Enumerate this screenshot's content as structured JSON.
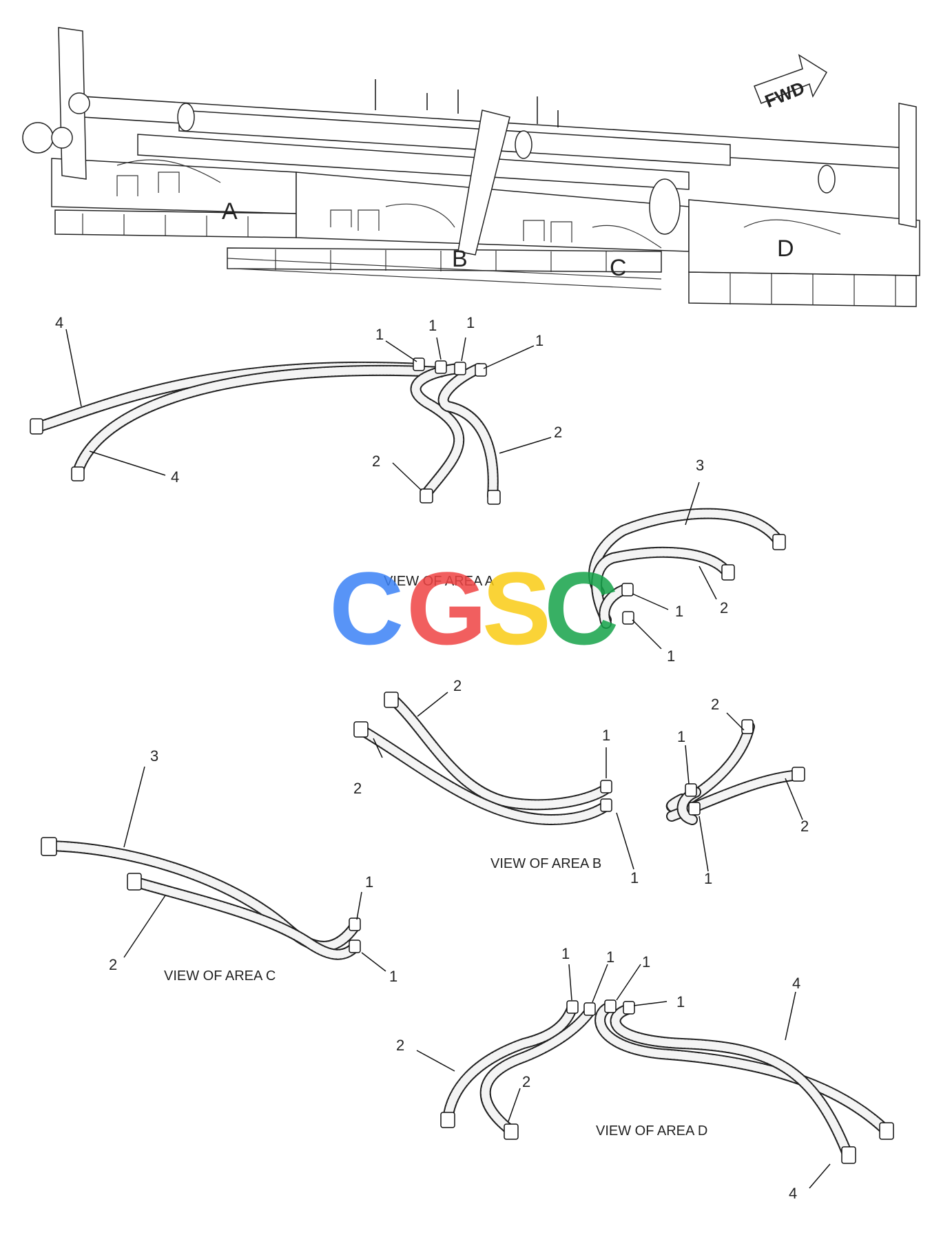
{
  "watermark": {
    "letters": [
      "C",
      "G",
      "S",
      "C"
    ],
    "colors": [
      "#3b82f6",
      "#ef4444",
      "#facc15",
      "#16a34a"
    ]
  },
  "machine": {
    "direction_label": "FWD",
    "area_labels": [
      "A",
      "B",
      "C",
      "D"
    ]
  },
  "views": [
    {
      "caption": "VIEW OF AREA  A",
      "callouts": [
        "1",
        "1",
        "1",
        "1",
        "2",
        "2",
        "4",
        "4",
        "3",
        "1",
        "1",
        "2"
      ]
    },
    {
      "caption": "VIEW OF AREA  B",
      "callouts": [
        "2",
        "2",
        "1",
        "1",
        "2",
        "1",
        "1",
        "2"
      ]
    },
    {
      "caption": "VIEW OF AREA  C",
      "callouts": [
        "3",
        "2",
        "1",
        "1"
      ]
    },
    {
      "caption": "VIEW OF AREA  D",
      "callouts": [
        "1",
        "1",
        "1",
        "1",
        "2",
        "2",
        "4",
        "4"
      ]
    }
  ]
}
